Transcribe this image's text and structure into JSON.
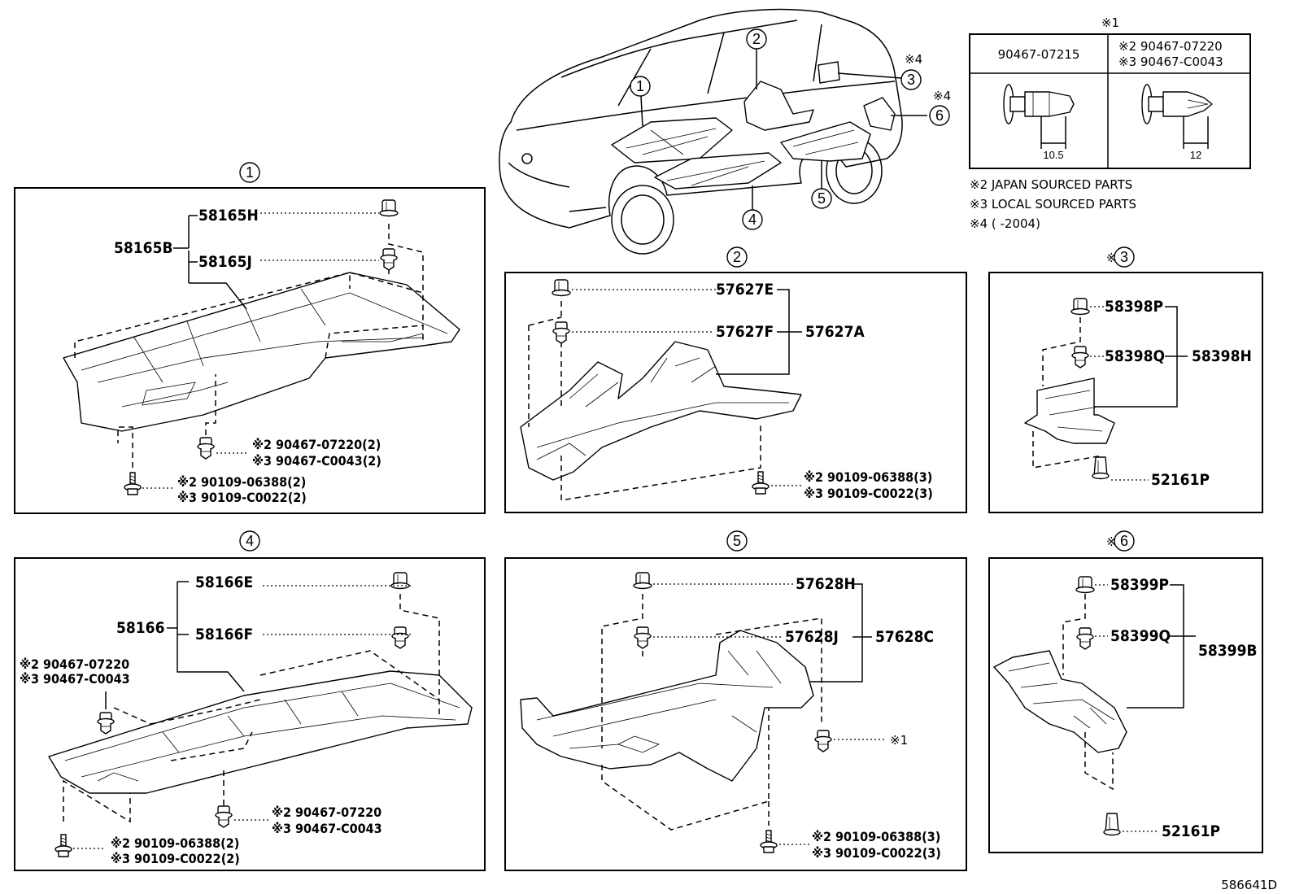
{
  "sheet_code": "586641D",
  "legend": {
    "note1_mark": "※1",
    "col1_part": "90467-07215",
    "col2_line1": "※2 90467-07220",
    "col2_line2": "※3 90467-C0043",
    "dim1": "10.5",
    "dim2": "12",
    "note2": "※2 JAPAN SOURCED PARTS",
    "note3": "※3 LOCAL SOURCED PARTS",
    "note4": "※4 (    -2004)"
  },
  "overview": {
    "labels": [
      "1",
      "2",
      "3",
      "4",
      "5",
      "6"
    ],
    "note4_a": "※4",
    "note4_b": "※4"
  },
  "panels": {
    "p1": {
      "index": "1",
      "assembly": "58165B",
      "part_a": "58165H",
      "part_b": "58165J",
      "clip_line1": "※2 90467-07220(2)",
      "clip_line2": "※3 90467-C0043(2)",
      "bolt_line1": "※2 90109-06388(2)",
      "bolt_line2": "※3 90109-C0022(2)"
    },
    "p2": {
      "index": "2",
      "assembly": "57627A",
      "part_a": "57627E",
      "part_b": "57627F",
      "bolt_line1": "※2 90109-06388(3)",
      "bolt_line2": "※3 90109-C0022(3)"
    },
    "p3": {
      "note": "※4",
      "index": "3",
      "assembly": "58398H",
      "part_a": "58398P",
      "part_b": "58398Q",
      "clip": "52161P"
    },
    "p4": {
      "index": "4",
      "assembly": "58166",
      "part_a": "58166E",
      "part_b": "58166F",
      "clipL_line1": "※2 90467-07220",
      "clipL_line2": "※3 90467-C0043",
      "clipR_line1": "※2 90467-07220",
      "clipR_line2": "※3 90467-C0043",
      "bolt_line1": "※2 90109-06388(2)",
      "bolt_line2": "※3 90109-C0022(2)"
    },
    "p5": {
      "index": "5",
      "assembly": "57628C",
      "part_a": "57628H",
      "part_b": "57628J",
      "ref": "※1",
      "bolt_line1": "※2 90109-06388(3)",
      "bolt_line2": "※3 90109-C0022(3)"
    },
    "p6": {
      "note": "※4",
      "index": "6",
      "assembly": "58399B",
      "part_a": "58399P",
      "part_b": "58399Q",
      "clip": "52161P"
    }
  }
}
